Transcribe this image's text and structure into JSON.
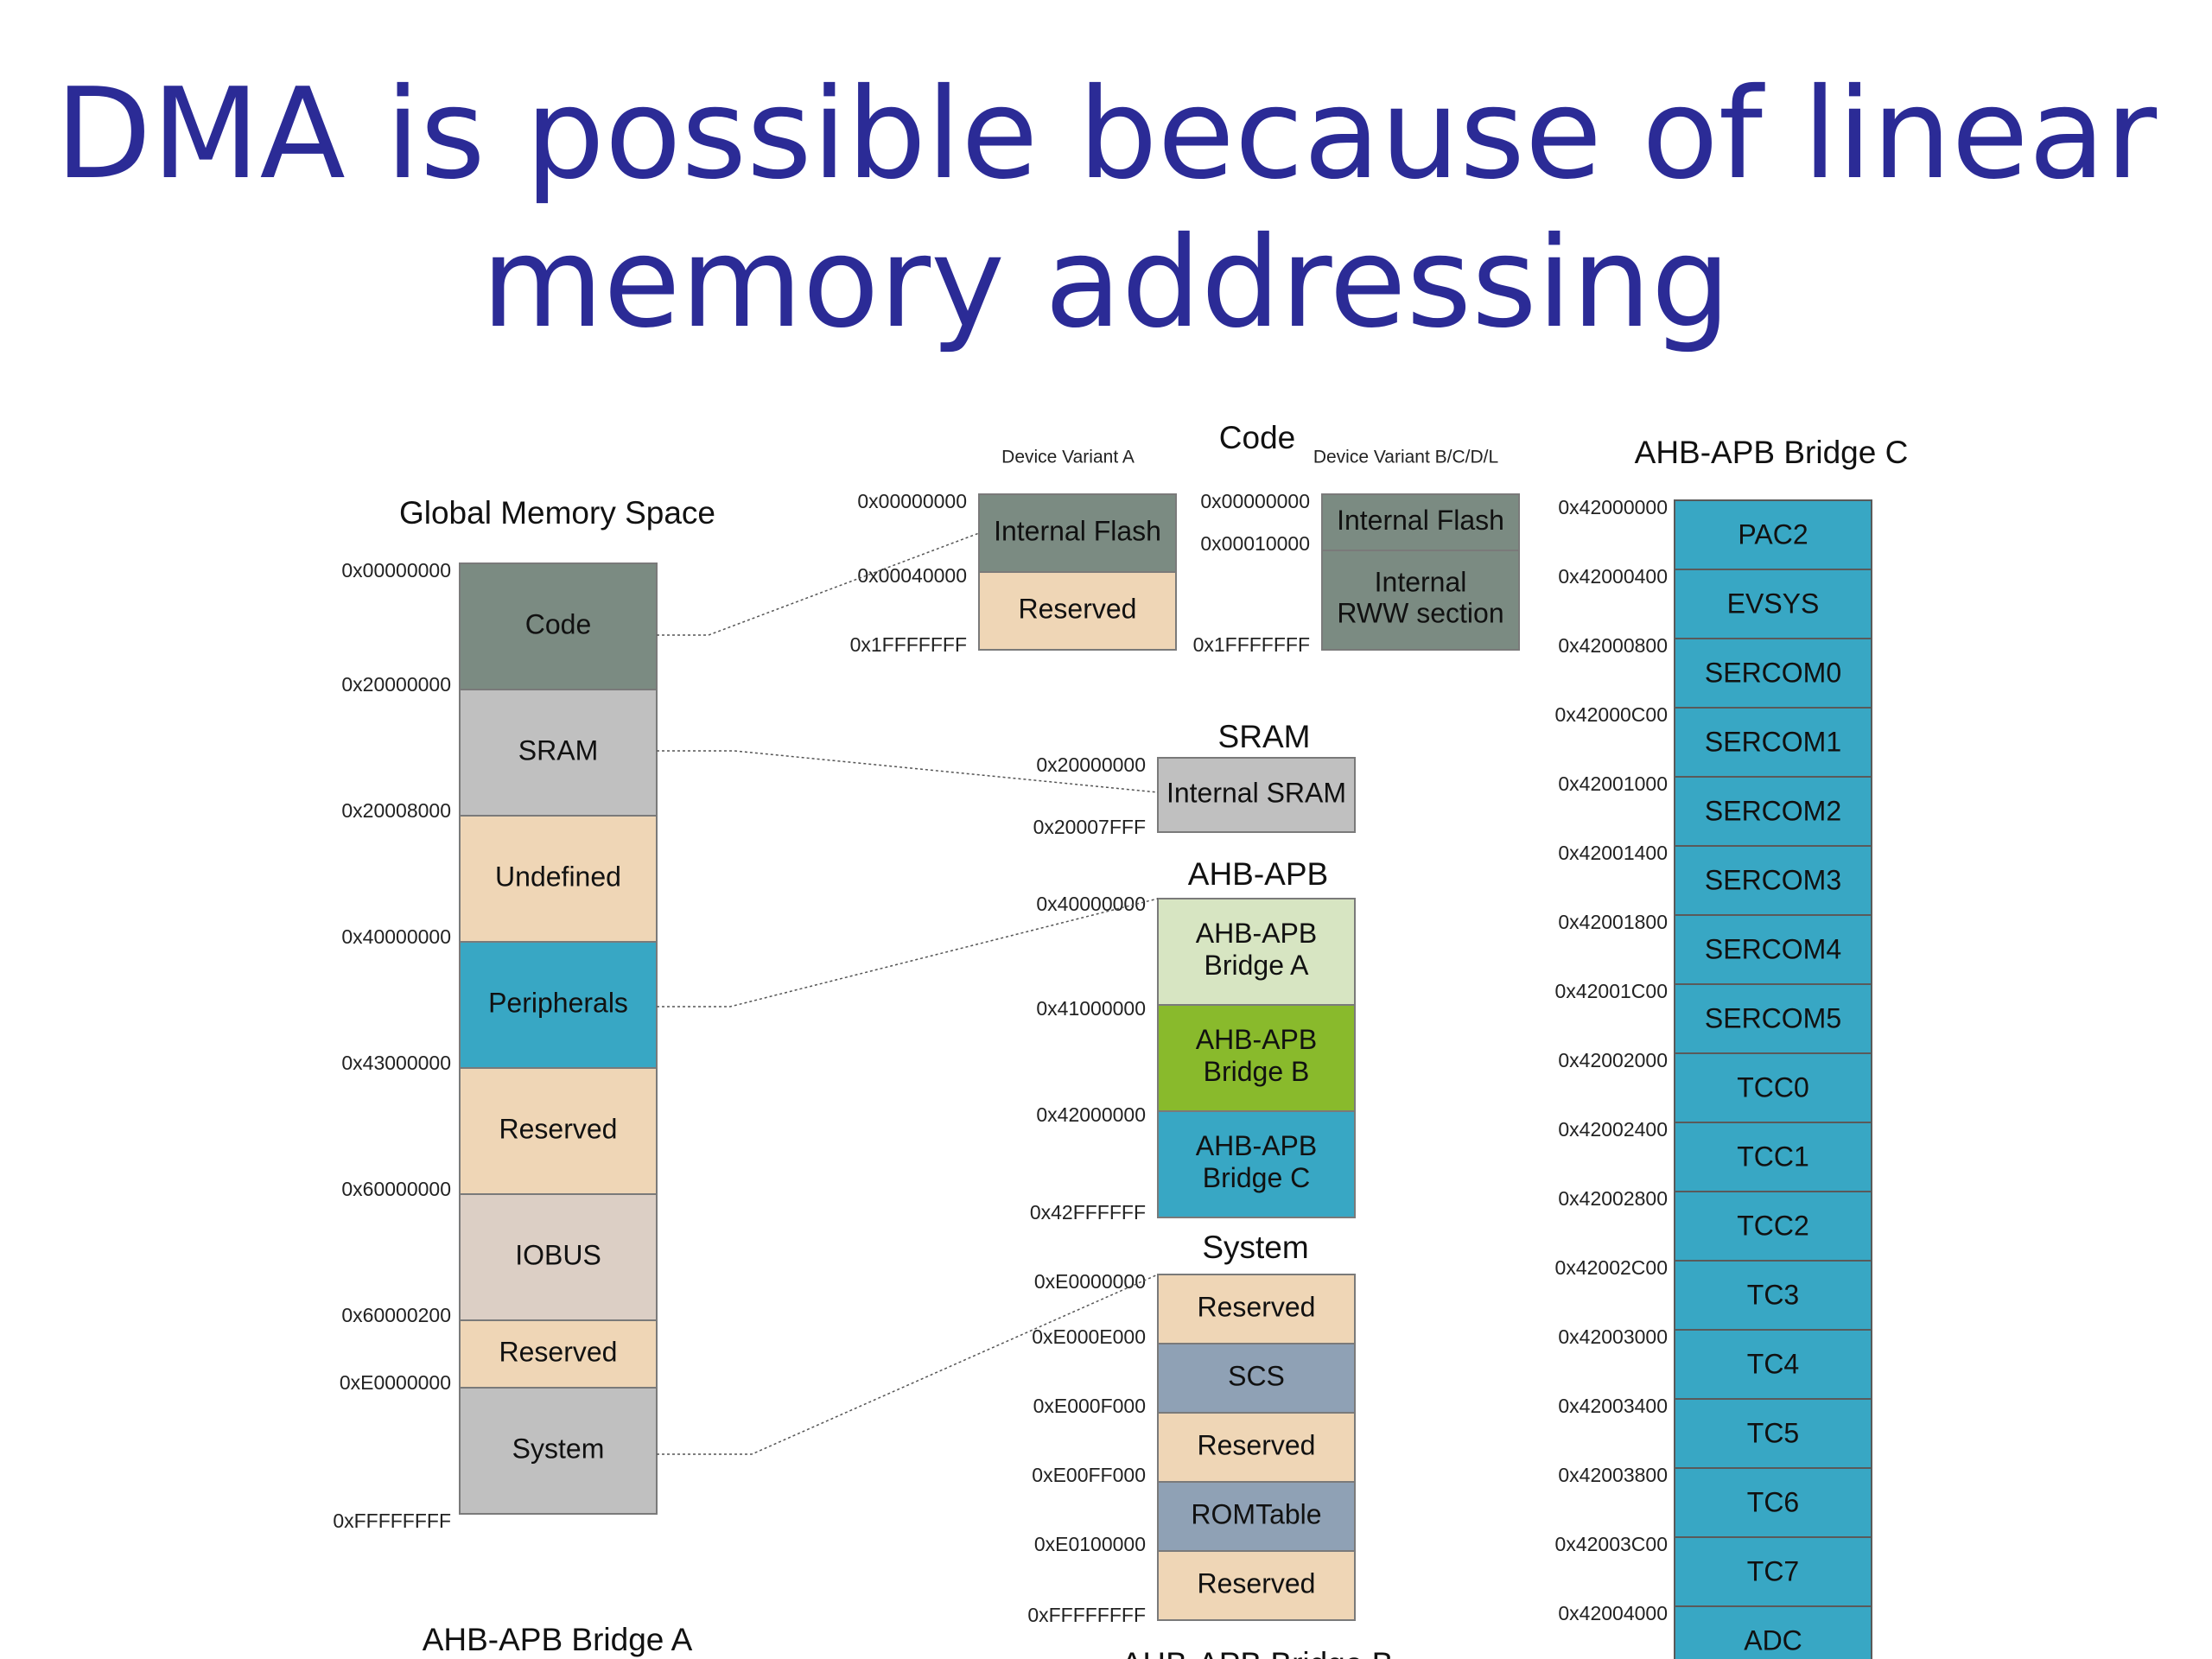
{
  "title": {
    "line1": "DMA is possible because of linear",
    "line2": "memory addressing"
  },
  "colors": {
    "title": "#2b2b96",
    "code": "#7b8b82",
    "sram": "#c0c0c0",
    "tan": "#efd6b6",
    "peripherals": "#38a7c4",
    "iobus": "#dccfc5",
    "light_green": "#d7e5c2",
    "green": "#89ba2c",
    "blue_gray": "#8fa1b5",
    "bridge_c": "#38a7c4"
  },
  "global": {
    "heading": "Global Memory Space",
    "start_addr": "0x00000000",
    "blocks": [
      {
        "label": "Code",
        "end_addr": "0x20000000",
        "color": "#7b8b82"
      },
      {
        "label": "SRAM",
        "end_addr": "0x20008000",
        "color": "#c0c0c0"
      },
      {
        "label": "Undefined",
        "end_addr": "0x40000000",
        "color": "#efd6b6"
      },
      {
        "label": "Peripherals",
        "end_addr": "0x43000000",
        "color": "#38a7c4"
      },
      {
        "label": "Reserved",
        "end_addr": "0x60000000",
        "color": "#efd6b6"
      },
      {
        "label": "IOBUS",
        "end_addr": "0x60000200",
        "color": "#dccfc5"
      },
      {
        "label": "Reserved",
        "end_addr": "0xE0000000",
        "color": "#efd6b6"
      },
      {
        "label": "System",
        "end_addr": "0xFFFFFFFF",
        "color": "#c0c0c0"
      }
    ]
  },
  "code": {
    "heading": "Code",
    "variant_a": {
      "label": "Device Variant A",
      "start_addr": "0x00000000",
      "blocks": [
        {
          "label": "Internal Flash",
          "end_addr": "0x00040000",
          "color": "#7b8b82"
        },
        {
          "label": "Reserved",
          "end_addr": "0x1FFFFFFF",
          "color": "#efd6b6"
        }
      ]
    },
    "variant_b": {
      "label": "Device Variant B/C/D/L",
      "start_addr": "0x00000000",
      "blocks": [
        {
          "label": "Internal Flash",
          "end_addr": "0x00010000",
          "color": "#7b8b82"
        },
        {
          "label": "Internal RWW section",
          "end_addr": "0x1FFFFFFF",
          "color": "#7b8b82"
        }
      ]
    }
  },
  "sram": {
    "heading": "SRAM",
    "start_addr": "0x20000000",
    "blocks": [
      {
        "label": "Internal SRAM",
        "end_addr": "0x20007FFF",
        "color": "#c0c0c0"
      }
    ]
  },
  "ahb_apb": {
    "heading": "AHB-APB",
    "start_addr": "0x40000000",
    "blocks": [
      {
        "label": "AHB-APB Bridge A",
        "end_addr": "0x41000000",
        "color": "#d7e5c2"
      },
      {
        "label": "AHB-APB Bridge B",
        "end_addr": "0x42000000",
        "color": "#89ba2c"
      },
      {
        "label": "AHB-APB Bridge C",
        "end_addr": "0x42FFFFFF",
        "color": "#38a7c4"
      }
    ]
  },
  "system": {
    "heading": "System",
    "start_addr": "0xE0000000",
    "blocks": [
      {
        "label": "Reserved",
        "end_addr": "0xE000E000",
        "color": "#efd6b6"
      },
      {
        "label": "SCS",
        "end_addr": "0xE000F000",
        "color": "#8fa1b5"
      },
      {
        "label": "Reserved",
        "end_addr": "0xE00FF000",
        "color": "#efd6b6"
      },
      {
        "label": "ROMTable",
        "end_addr": "0xE0100000",
        "color": "#8fa1b5"
      },
      {
        "label": "Reserved",
        "end_addr": "0xFFFFFFFF",
        "color": "#efd6b6"
      }
    ]
  },
  "bridge_c": {
    "heading": "AHB-APB Bridge C",
    "color": "#38a7c4",
    "blocks": [
      {
        "label": "PAC2",
        "addr": "0x42000000"
      },
      {
        "label": "EVSYS",
        "addr": "0x42000400"
      },
      {
        "label": "SERCOM0",
        "addr": "0x42000800"
      },
      {
        "label": "SERCOM1",
        "addr": "0x42000C00"
      },
      {
        "label": "SERCOM2",
        "addr": "0x42001000"
      },
      {
        "label": "SERCOM3",
        "addr": "0x42001400"
      },
      {
        "label": "SERCOM4",
        "addr": "0x42001800"
      },
      {
        "label": "SERCOM5",
        "addr": "0x42001C00"
      },
      {
        "label": "TCC0",
        "addr": "0x42002000"
      },
      {
        "label": "TCC1",
        "addr": "0x42002400"
      },
      {
        "label": "TCC2",
        "addr": "0x42002800"
      },
      {
        "label": "TC3",
        "addr": "0x42002C00"
      },
      {
        "label": "TC4",
        "addr": "0x42003000"
      },
      {
        "label": "TC5",
        "addr": "0x42003400"
      },
      {
        "label": "TC6",
        "addr": "0x42003800"
      },
      {
        "label": "TC7",
        "addr": "0x42003C00"
      },
      {
        "label": "ADC",
        "addr": "0x42004000"
      }
    ]
  },
  "bottom": {
    "bridge_a_heading": "AHB-APB Bridge A",
    "bridge_b_heading": "AHB-APB Bridge B"
  }
}
